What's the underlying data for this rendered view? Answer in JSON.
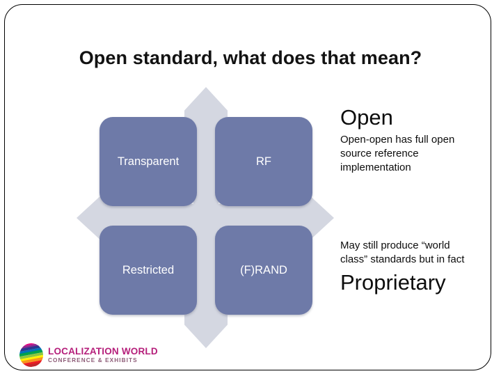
{
  "slide": {
    "title": "Open standard, what does that mean?"
  },
  "matrix": {
    "cells": [
      {
        "id": "top-left",
        "label": "Transparent"
      },
      {
        "id": "top-right",
        "label": "RF"
      },
      {
        "id": "bottom-left",
        "label": "Restricted"
      },
      {
        "id": "bottom-right",
        "label": "(F)RAND"
      }
    ],
    "arrows": [
      "arrow-up",
      "arrow-right",
      "arrow-down",
      "arrow-left"
    ],
    "cell_color": "#6e7aa8",
    "arrow_color": "#d4d7e1",
    "cell_text_color": "#ffffff"
  },
  "side": {
    "open": {
      "heading": "Open",
      "body": "Open-open has full open source reference implementation"
    },
    "proprietary": {
      "body": "May still produce “world class” standards but in fact",
      "heading": "Proprietary"
    }
  },
  "logo": {
    "name": "LOCALIZATION WORLD",
    "tagline": "CONFERENCE & EXHIBITS",
    "globe_colors": [
      "#e5007d",
      "#8e278f",
      "#2b3990",
      "#0072bc",
      "#00a14b",
      "#8dc63f",
      "#fff200",
      "#f7941e",
      "#ed1c24",
      "#c1272d"
    ],
    "name_color": "#b51e7a"
  }
}
